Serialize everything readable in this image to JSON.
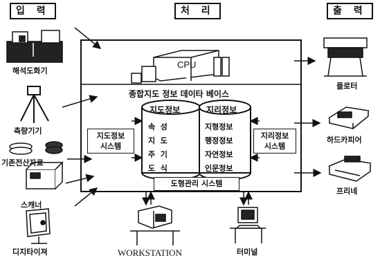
{
  "headers": {
    "input": "입 력",
    "process": "처 리",
    "output": "출 력"
  },
  "inputs": {
    "digitizer_table": "해석도화기",
    "survey": "측량기기",
    "existing_data": "기존전산자료",
    "scanner": "스캐너",
    "digitizer": "디지타이져"
  },
  "outputs": {
    "plotter": "플로터",
    "hardcopy": "하드카피어",
    "printer": "프리네"
  },
  "center": {
    "cpu": "CPU",
    "db_title": "종합지도 정보 데이타 베이스",
    "map_info": {
      "title": "지도정보",
      "items": [
        "속  성",
        "지  도",
        "주  기",
        "도  식"
      ]
    },
    "geo_info": {
      "title": "지리정보",
      "items": [
        "지형정보",
        "행정정보",
        "자연정보",
        "인문정보"
      ]
    },
    "map_system": [
      "지도정보",
      "시스템"
    ],
    "geo_system": [
      "지리정보",
      "시스템"
    ],
    "shape_system": "도형관리 시스템"
  },
  "bottom": {
    "workstation": "WORKSTATION",
    "terminal": "터미널"
  }
}
